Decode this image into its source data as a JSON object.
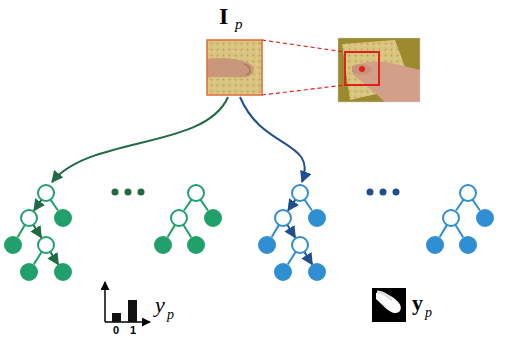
{
  "diagram": {
    "labels": [
      "I",
      "p",
      "0",
      "1",
      "y",
      "p",
      "y",
      "p"
    ]
  }
}
